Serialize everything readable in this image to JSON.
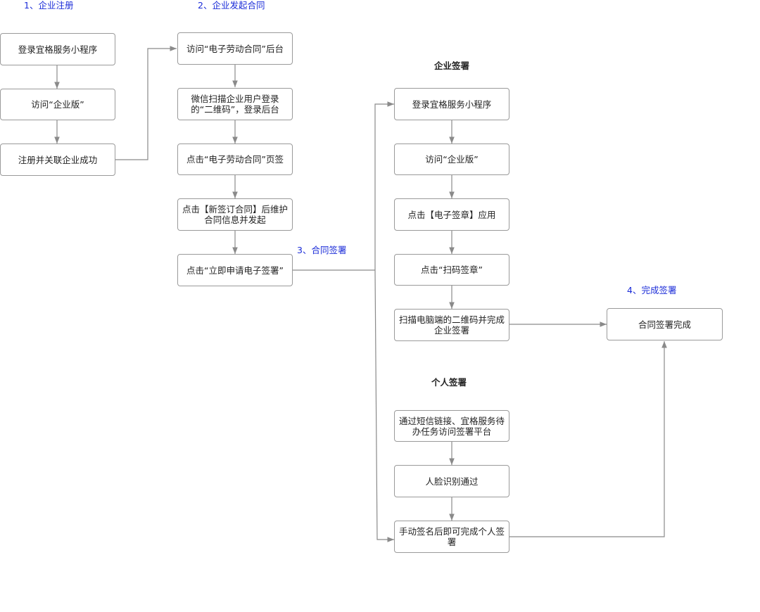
{
  "colors": {
    "step_label": "#1a2bd8",
    "box_border": "#9a9a9a",
    "line": "#8a8a8a",
    "text": "#222222"
  },
  "labels": {
    "step1": "1、企业注册",
    "step2": "2、企业发起合同",
    "step3": "3、合同签署",
    "step4": "4、完成签署",
    "enterprise_sign": "企业签署",
    "personal_sign": "个人签署"
  },
  "col1": {
    "login_mini_program": "登录宜格服务小程序",
    "visit_enterprise": "访问“企业版”",
    "register_success": "注册并关联企业成功"
  },
  "col2": {
    "visit_backend": "访问“电子劳动合同”后台",
    "wechat_scan": "微信扫描企业用户登录的“二维码”，登录后台",
    "click_tab": "点击“电子劳动合同”页签",
    "new_contract": "点击【新签订合同】后维护合同信息并发起",
    "apply_esign": "点击“立即申请电子签署”"
  },
  "enterprise": {
    "login_mini_program": "登录宜格服务小程序",
    "visit_enterprise": "访问“企业版”",
    "esign_app": "点击【电子签章】应用",
    "scan_seal": "点击“扫码签章”",
    "scan_qr_complete": "扫描电脑端的二维码并完成企业签署"
  },
  "personal": {
    "sms_link": "通过短信链接、宜格服务待办任务访问签署平台",
    "face_recognition": "人脸识别通过",
    "manual_sign": "手动签名后即可完成个人签署"
  },
  "final": {
    "contract_complete": "合同签署完成"
  }
}
